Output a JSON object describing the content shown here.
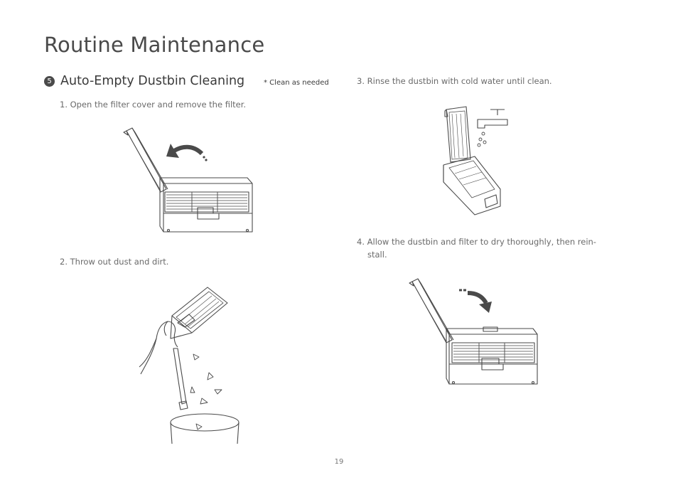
{
  "page": {
    "title": "Routine Maintenance",
    "page_number": "19"
  },
  "section": {
    "number": "5",
    "title": "Auto-Empty Dustbin Cleaning",
    "note": "* Clean as needed"
  },
  "steps": [
    {
      "text": "1. Open the filter cover and remove the filter."
    },
    {
      "text": "2. Throw out dust and dirt."
    },
    {
      "text": "3. Rinse the dustbin with cold water until clean."
    },
    {
      "text_line1": "4. Allow the dustbin and filter to dry thoroughly, then rein-",
      "text_line2": "stall."
    }
  ],
  "illustrations": {
    "step1": "dustbin-open-cover-remove-filter",
    "step2": "hand-emptying-dustbin-into-trash",
    "step3": "dustbin-rinsed-under-tap",
    "step4": "dustbin-reinstall-filter"
  },
  "colors": {
    "line": "#4a4a4a",
    "arrow": "#4a4a4a",
    "text": "#5a5a5a"
  }
}
